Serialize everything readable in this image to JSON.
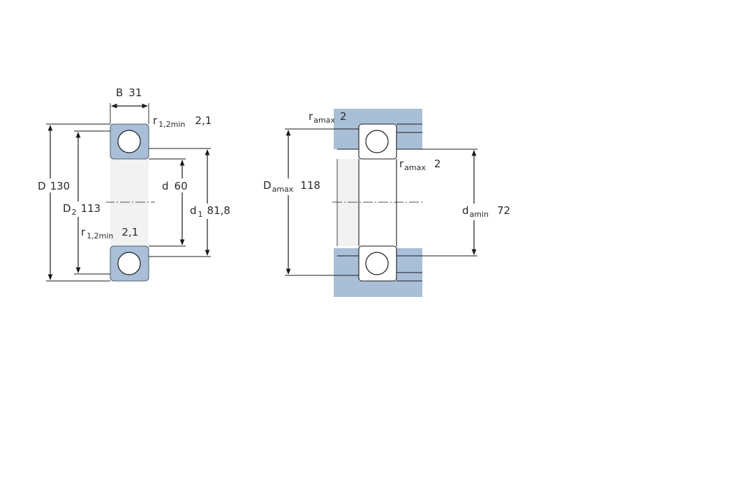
{
  "bearing_section": {
    "B": {
      "symbol": "B",
      "value": "31"
    },
    "r12_top": {
      "symbol": "r",
      "sub": "1,2min",
      "value": "2,1"
    },
    "D": {
      "symbol": "D",
      "value": "130"
    },
    "D2": {
      "symbol": "D",
      "sub": "2",
      "value": "113"
    },
    "d": {
      "symbol": "d",
      "value": "60"
    },
    "d1": {
      "symbol": "d",
      "sub": "1",
      "value": "81,8"
    },
    "r12_bottom": {
      "symbol": "r",
      "sub": "1,2min",
      "value": "2,1"
    }
  },
  "mounting_section": {
    "ra_top": {
      "symbol": "r",
      "sub": "amax",
      "value": "2"
    },
    "ra_inner": {
      "symbol": "r",
      "sub": "amax",
      "value": "2"
    },
    "Da": {
      "symbol": "D",
      "sub": "amax",
      "value": "118"
    },
    "da": {
      "symbol": "d",
      "sub": "amin",
      "value": "72"
    }
  },
  "colors": {
    "ring": "#a9bfd8",
    "housing": "#a9bfd8",
    "line": "#1a1a1a"
  }
}
